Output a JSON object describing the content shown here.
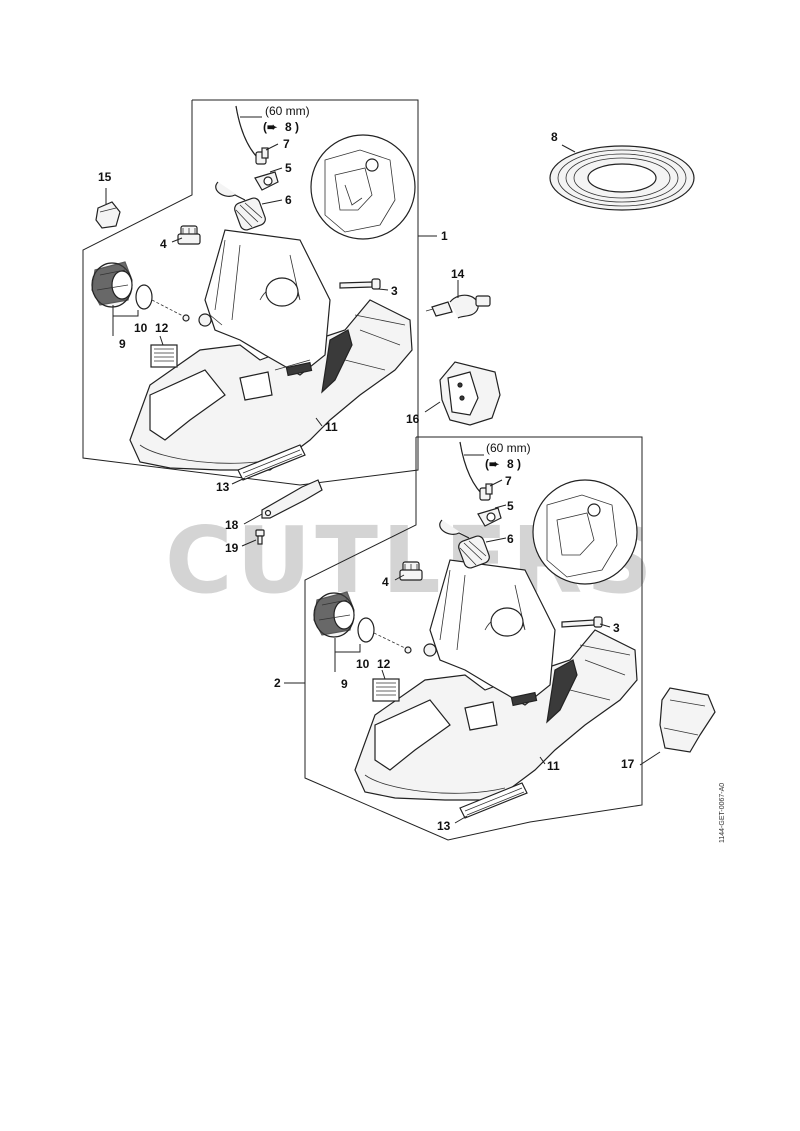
{
  "watermark": "CUTLERS",
  "drawing_code": "1144-GET-0067-A0",
  "notes": {
    "length_top": "(60 mm)",
    "ref_top": "8 )",
    "ref_top_arrow": "(➨",
    "length_bottom": "(60 mm)",
    "ref_bottom": "8 )",
    "ref_bottom_arrow": "(➨"
  },
  "labels": {
    "p1": "1",
    "p2": "2",
    "p3a": "3",
    "p3b": "3",
    "p4a": "4",
    "p4b": "4",
    "p5a": "5",
    "p5b": "5",
    "p6a": "6",
    "p6b": "6",
    "p7a": "7",
    "p7b": "7",
    "p8": "8",
    "p9a": "9",
    "p9b": "9",
    "p10a": "10",
    "p10b": "10",
    "p11a": "11",
    "p11b": "11",
    "p12a": "12",
    "p12b": "12",
    "p13a": "13",
    "p13b": "13",
    "p14": "14",
    "p15": "15",
    "p16": "16",
    "p17": "17",
    "p18": "18",
    "p19": "19"
  }
}
